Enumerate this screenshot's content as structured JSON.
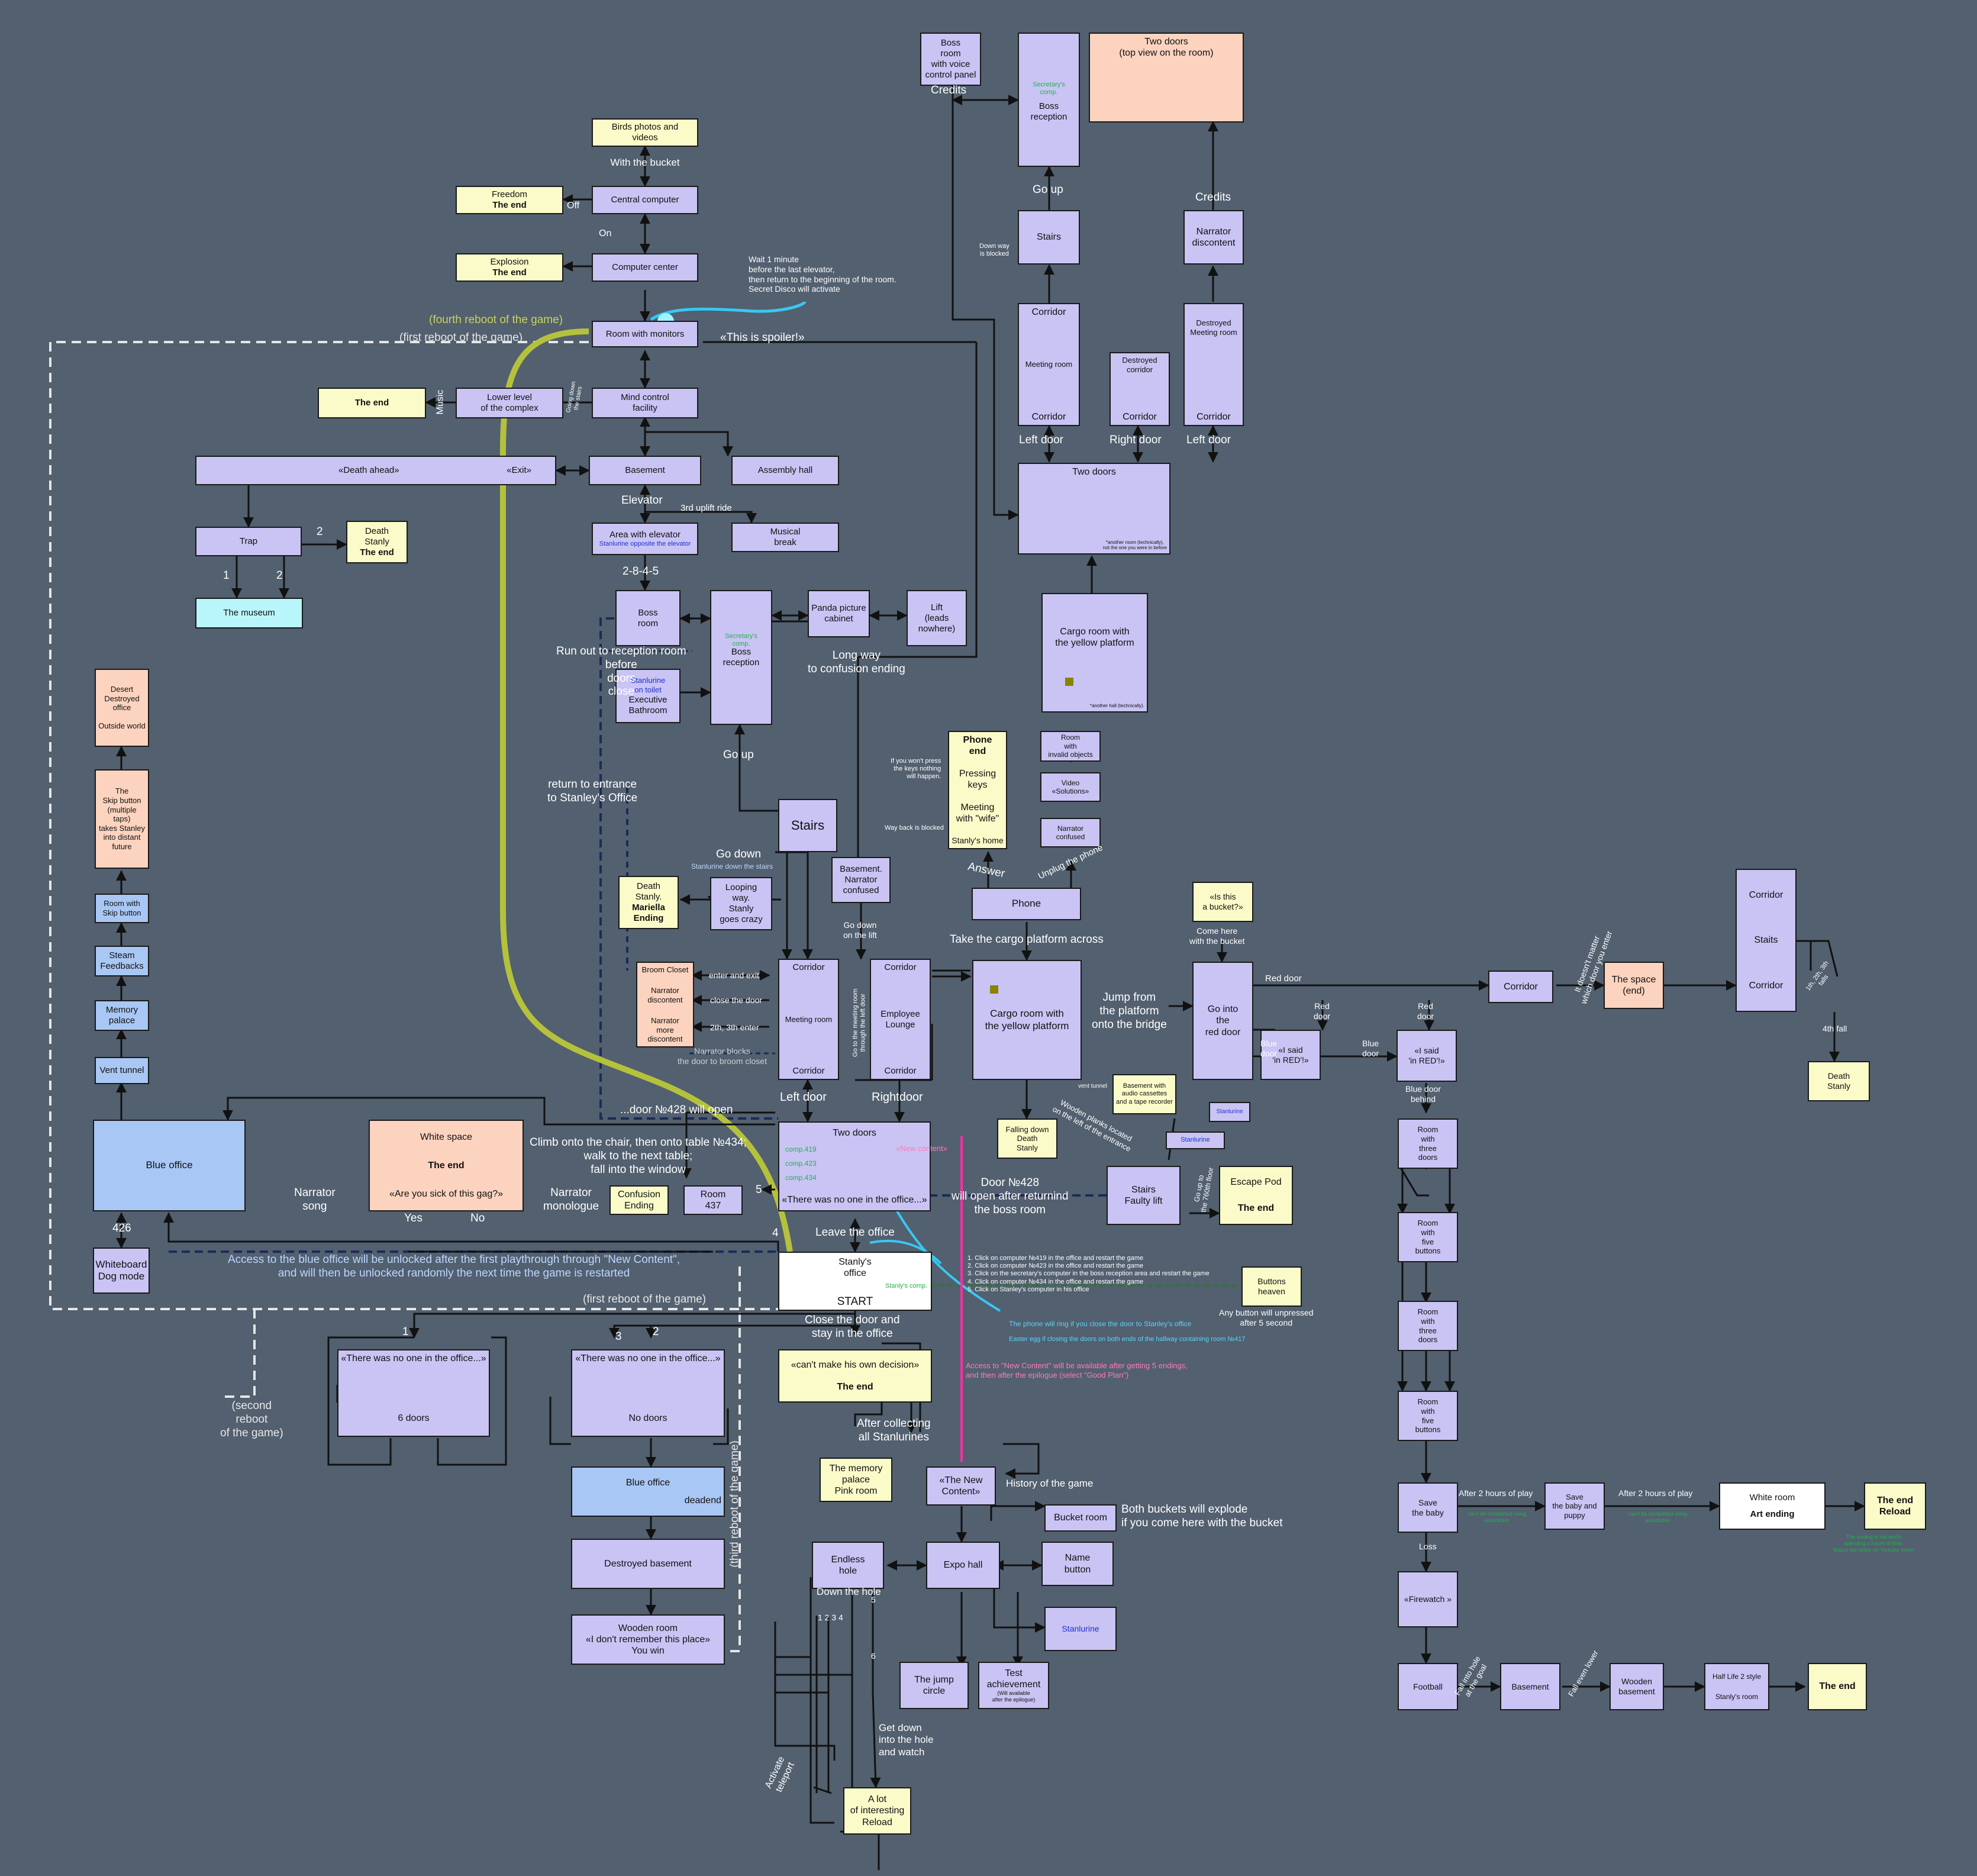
{
  "colors": {
    "background": "#52606f",
    "lavender": "#c9c4f4",
    "yellow": "#fafbc8",
    "peach": "#fcd3bf",
    "blue": "#a9c7f4",
    "cyan": "#b9f6fb",
    "line_lime": "#b5c13c",
    "line_cyan": "#38c8f2",
    "line_pink": "#ff2fa3",
    "line_navy": "#1c2a5a",
    "line_dashed": "#e6e6e6"
  },
  "nodes": {
    "birds": "Birds photos and\nvideos",
    "central_computer": "Central computer",
    "freedom": "Freedom",
    "freedom_end": "The end",
    "explosion": "Explosion",
    "explosion_end": "The end",
    "computer_center": "Computer center",
    "room_monitors": "Room with monitors",
    "the_end_music": "The end",
    "lower_level": "Lower level\nof the complex",
    "mind_control": "Mind control\nfacility",
    "death_ahead": "«Death ahead»",
    "exit": "«Exit»",
    "basement_top": "Basement",
    "assembly_hall": "Assembly hall",
    "trap": "Trap",
    "death_stanly": "Death\nStanly",
    "death_stanly_end": "The end",
    "museum": "The museum",
    "area_elevator": "Area with elevator",
    "area_elevator_sub": "Stanlurine opposite the elevator",
    "musical_break": "Musical\nbreak",
    "boss_room_mid": "Boss\nroom",
    "boss_reception_mid_comp": "Secretary's\ncomp.",
    "boss_reception_mid": "Boss\nreception",
    "panda": "Panda picture\ncabinet",
    "lift": "Lift\n(leads\nnowhere)",
    "stanlurine_toilet": "Stanlurine\non toilet",
    "exec_bathroom": "Executive\nBathroom",
    "desert": "Desert\nDestroyed\noffice\n\nOutside world",
    "skip_button": "The\nSkip button\n(multiple taps)\ntakes Stanley\ninto distant\nfuture",
    "room_skip": "Room with\nSkip button",
    "steam": "Steam\nFeedbacks",
    "memory_palace": "Memory\npalace",
    "vent_tunnel": "Vent tunnel",
    "blue_office": "Blue office",
    "whiteboard": "Whiteboard\nDog mode",
    "stairs_mid": "Stairs",
    "death_mariella_1": "Death\nStanly.",
    "death_mariella_2": "Mariella\nEnding",
    "looping": "Looping\nway.\nStanly\ngoes crazy",
    "basement_confused": "Basement.\nNarrator\nconfused",
    "broom_closet": "Broom Closet",
    "narrator_discontent": "Narrator\ndiscontent",
    "narrator_more": "Narrator\nmore discontent",
    "corridor_meeting_top": "Corridor",
    "meeting_room": "Meeting room",
    "corridor_meeting_bottom": "Corridor",
    "corridor_lounge_top": "Corridor",
    "employee_lounge": "Employee\nLounge",
    "corridor_lounge_bottom": "Corridor",
    "white_space": "White space",
    "white_space_end": "The end",
    "white_space_gag": "«Are you sick of this gag?»",
    "confusion_ending": "Confusion\nEnding",
    "room_437": "Room\n437",
    "two_doors_office": "Two doors",
    "comp_419": "comp.419",
    "comp_423": "comp.423",
    "comp_434": "comp.434",
    "new_content_tag": "«New content»",
    "nobody_office": "«There was no one in the office...»",
    "stanly_office": "Stanly's\noffice",
    "stanly_comp": "Stanly's comp.",
    "start": "START",
    "cant_decision": "«can't make his own decision»",
    "cant_decision_end": "The end",
    "six_doors_quote": "«There was no one in the office...»",
    "six_doors": "6 doors",
    "no_doors_quote": "«There was no one in the office...»",
    "no_doors": "No doors",
    "blue_office_dead": "Blue office",
    "deadend": "deadend",
    "destroyed_basement": "Destroyed basement",
    "wooden_room": "Wooden room\n«I don't remember this place»\nYou win",
    "memory_pink": "The memory\npalace\nPink room",
    "new_content": "«The New\nContent»",
    "bucket_room": "Bucket room",
    "endless_hole": "Endless\nhole",
    "expo_hall": "Expo hall",
    "name_button": "Name\nbutton",
    "stanlurine_expo": "Stanlurine",
    "jump_circle": "The jump\ncircle",
    "test_achievement": "Test\nachievement",
    "test_achievement_sub": "(Will available\nafter the epilogue)",
    "lot_interesting": "A lot\nof interesting\nReload",
    "boss_voice": "Boss\nroom\nwith voice\ncontrol panel",
    "boss_reception_top_comp": "Secretary's\ncomp.",
    "boss_reception_top": "Boss\nreception",
    "two_doors_top": "Two doors\n(top view on the room)",
    "stairs_top": "Stairs",
    "narrator_discontent_top": "Narrator\ndiscontent",
    "corridor_a_top": "Corridor",
    "meeting_room_a": "Meeting room",
    "corridor_a_bottom": "Corridor",
    "destroyed_corridor": "Destroyed\ncorridor",
    "corridor_b_bottom": "Corridor",
    "destroyed_meeting": "Destroyed\nMeeting room",
    "corridor_c_bottom": "Corridor",
    "two_doors_mid": "Two doors",
    "two_doors_mid_note": "*another room (technically),\nnot the one you were in before",
    "cargo_upper": "Cargo room with\nthe yellow platform",
    "cargo_upper_note": "*another hall (technically).",
    "room_invalid": "Room\nwith\ninvalid objects",
    "video_solutions": "Video\n«Solutions»",
    "narrator_confused": "Narrator\nconfused",
    "phone_end": "Phone\nend",
    "pressing_keys": "Pressing keys",
    "meeting_wife": "Meeting\nwith \"wife\"",
    "stanly_home": "Stanly's home",
    "phone": "Phone",
    "cargo_lower": "Cargo room with\nthe yellow platform",
    "falling_down": "Falling down\nDeath\nStanly",
    "basement_audio": "Basement with\naudio cassettes\nand a tape recorder",
    "stanlurine_wooden": "Stanlurine",
    "is_bucket": "«Is this\na bucket?»",
    "red_door_room": "Go into\nthe\nred door",
    "stanlurine_red": "Stanlurine",
    "said_red_1": "«I said\n'in RED'!»",
    "said_red_2": "«I said\n'in RED'!»",
    "stairs_faulty": "Stairs\nFaulty lift",
    "escape_pod": "Escape Pod",
    "escape_pod_end": "The end",
    "buttons_heaven": "Buttons\nheaven",
    "corridor_space": "Corridor",
    "the_space": "The space\n(end)",
    "stairs_right_top": "Corridor",
    "stairs_right_mid": "Staits",
    "stairs_right_bottom": "Corridor",
    "death_stanly_right": "Death\nStanly",
    "three_doors_1": "Room\nwith\nthree\ndoors",
    "five_buttons_1": "Room\nwith\nfive\nbuttons",
    "three_doors_2": "Room\nwith\nthree\ndoors",
    "five_buttons_2": "Room\nwith\nfive\nbuttons",
    "save_baby": "Save\nthe baby",
    "save_puppy": "Save\nthe baby and\npuppy",
    "white_room": "White room",
    "art_ending": "Art ending",
    "end_reload": "The end\nReload",
    "firewatch": "«Firewatch »",
    "football": "Football",
    "basement_right": "Basement",
    "wooden_basement": "Wooden\nbasement",
    "half_life": "Half Life 2 style",
    "stanly_room": "Stanly's room",
    "the_end_final": "The end"
  },
  "labels": {
    "with_bucket": "With the bucket",
    "off": "Off",
    "on": "On",
    "secret_disco": "Wait 1 minute\nbefore the last elevator,\nthen return to the beginning of the room.\nSecret Disco will activate",
    "fourth_reboot": "(fourth reboot of the game)",
    "first_reboot_top": "(first reboot of the game)",
    "spoiler": "«This is spoiler!»",
    "music": "Music",
    "going_down": "Going down\nthe stairs",
    "elevator": "Elevator",
    "uplift_3rd": "3rd uplift ride",
    "trap_1": "1",
    "trap_2a": "2",
    "trap_2b": "2",
    "code_2845": "2-8-4-5",
    "run_out": "Run out to reception room\nbefore\ndoors\nclose",
    "long_way": "Long way\nto confusion ending",
    "return_entrance": "return to entrance\nto Stanley's Office",
    "go_up_mid": "Go up",
    "go_down_mid": "Go down",
    "stanlurine_stairs": "Stanlurine down the stairs",
    "go_down_lift": "Go down\non the lift",
    "enter_exit": "enter and exit",
    "close_door": "close the door",
    "second_third_enter": "2th, 3th enter",
    "narrator_blocks": "Narrator blocks\nthe door to broom closet",
    "left_door_mid": "Left door",
    "right_door_mid": "Rightdoor",
    "go_meeting": "Go to the meeting room\nthrough the left door",
    "door_428_open": "...door №428 will open",
    "climb_chair": "Climb onto the chair, then onto table №434;\nwalk to the next table;\nfall into the window",
    "narrator_song": "Narrator\nsong",
    "yes": "Yes",
    "no": "No",
    "narrator_monologue": "Narrator\nmonologue",
    "num_426": "426",
    "num_5": "5",
    "num_4": "4",
    "leave_office": "Leave the office",
    "access_blue": "Access to the blue office will be unlocked after the first playthrough through \"New Content\",\nand will then be unlocked randomly the next time the game is restarted",
    "first_reboot_bottom": "(first reboot of the game)",
    "close_door_stay": "Close the door and\nstay in the office",
    "second_reboot": "(second\nreboot\nof the game)",
    "third_reboot": "(third reboot of the game)",
    "num_1": "1",
    "num_3": "3",
    "num_2": "2",
    "after_collecting": "After collecting\nall Stanlurines",
    "history": "History of the game",
    "buckets_explode": "Both buckets will explode\nif you come here with the bucket",
    "down_hole": "Down the hole",
    "hole_numbers": "1   2   3   4",
    "hole_5": "5",
    "hole_6": "6",
    "get_down_hole": "Get down\ninto the hole\nand watch",
    "activate_teleport": "Activate\nteleport",
    "credits_top": "Credits",
    "go_up_top": "Go up",
    "down_way_blocked": "Down way\nis blocked",
    "credits_right": "Credits",
    "left_door_a": "Left door",
    "right_door_b": "Right door",
    "left_door_c": "Left door",
    "keys_nothing": "If you won't press\nthe keys nothing\nwill happen.",
    "way_back_blocked": "Way back is blocked",
    "answer": "Answer",
    "unplug": "Unplug the phone",
    "take_cargo": "Take the cargo platform across",
    "jump_platform": "Jump from\nthe platform\nonto the bridge",
    "vent_tunnel_small": "vent tunnel",
    "wooden_planks": "Wooden planks located\non the left of the entrance",
    "come_bucket": "Come here\nwith the bucket",
    "red_door_main": "Red door",
    "red_door_1": "Red\ndoor",
    "red_door_2": "Red\ndoor",
    "blue_door_1": "Blue\ndoor",
    "blue_door_2": "Blue\ndoor",
    "blue_door_behind": "Blue door\nbehind",
    "door_428_return": "Door №428\nwill open after returnind\nthe boss room",
    "go_760": "Go up to\nthe 760th floor",
    "steps_list": "1.     Click on computer №419 in the office and restart the game\n2.     Click on computer №423 in the office and restart the game\n3.     Click on the secretary's computer in the boss reception area and restart the game\n4.     Click on computer №434 in the office and restart the game\n5.     Click on Stanley's computer in his office",
    "any_button": "Any button will unpressed\nafter 5 second",
    "phone_ring": "The phone will ring if you close the door to Stanley's office",
    "easter_egg": "Easter egg if closing the doors on both ends of the hallway containing room №417",
    "access_new_content": "Access to \"New Content\" will be available after getting 5 endings,\nand then after the epilogue (select \"Good Plan\")",
    "doesnt_matter": "It doesn't matter\nwhich door you enter",
    "falls_123": "1th, 2th, 3th\nfalls",
    "fall_4th": "4th fall",
    "after_2h_1": "After 2 hours of play",
    "cant_complete_1": "can't be completed using\nautoclicker",
    "after_2h_2": "After 2 hours of play",
    "cant_complete_2": "can't be completed using\nautoclicker",
    "ending_note": "The ending is not worth\nspending 4 hours of time.\nWatch the video on Youtube better",
    "loss": "Loss",
    "fall_hole_goal": "Fall into hole\nat the goal",
    "fall_lower": "Fall even lower"
  }
}
